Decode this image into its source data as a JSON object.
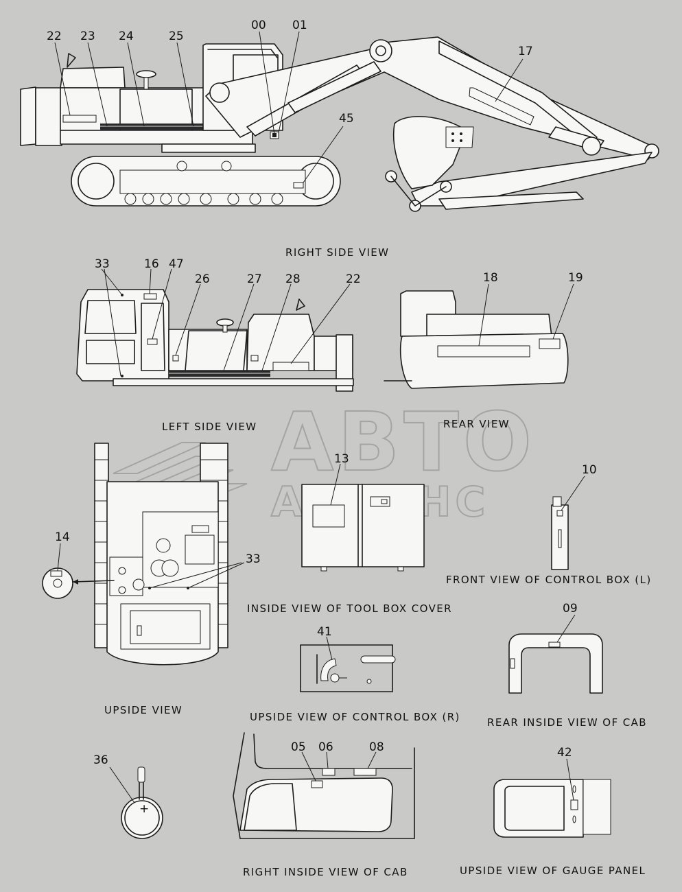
{
  "views": {
    "right_side": "RIGHT SIDE VIEW",
    "left_side": "LEFT SIDE VIEW",
    "rear": "REAR VIEW",
    "control_box_l_front": "FRONT VIEW OF CONTROL BOX (L)",
    "tool_box_cover_inside": "INSIDE VIEW OF TOOL BOX COVER",
    "upside": "UPSIDE VIEW",
    "control_box_r_upside": "UPSIDE VIEW OF CONTROL BOX (R)",
    "cab_rear_inside": "REAR INSIDE VIEW OF CAB",
    "cab_right_inside": "RIGHT INSIDE VIEW OF CAB",
    "gauge_panel_upside": "UPSIDE VIEW OF GAUGE PANEL"
  },
  "callouts": {
    "c22a": "22",
    "c23": "23",
    "c24": "24",
    "c25": "25",
    "c00": "00",
    "c01": "01",
    "c17": "17",
    "c45": "45",
    "c33a": "33",
    "c16": "16",
    "c47": "47",
    "c26": "26",
    "c27": "27",
    "c28": "28",
    "c22b": "22",
    "c18": "18",
    "c19": "19",
    "c13": "13",
    "c10": "10",
    "c14": "14",
    "c33b": "33",
    "c41": "41",
    "c09": "09",
    "c36": "36",
    "c05": "05",
    "c06": "06",
    "c08": "08",
    "c42": "42"
  },
  "watermark": {
    "line1": "АВТО",
    "line2": "АЛЬЯНС"
  }
}
